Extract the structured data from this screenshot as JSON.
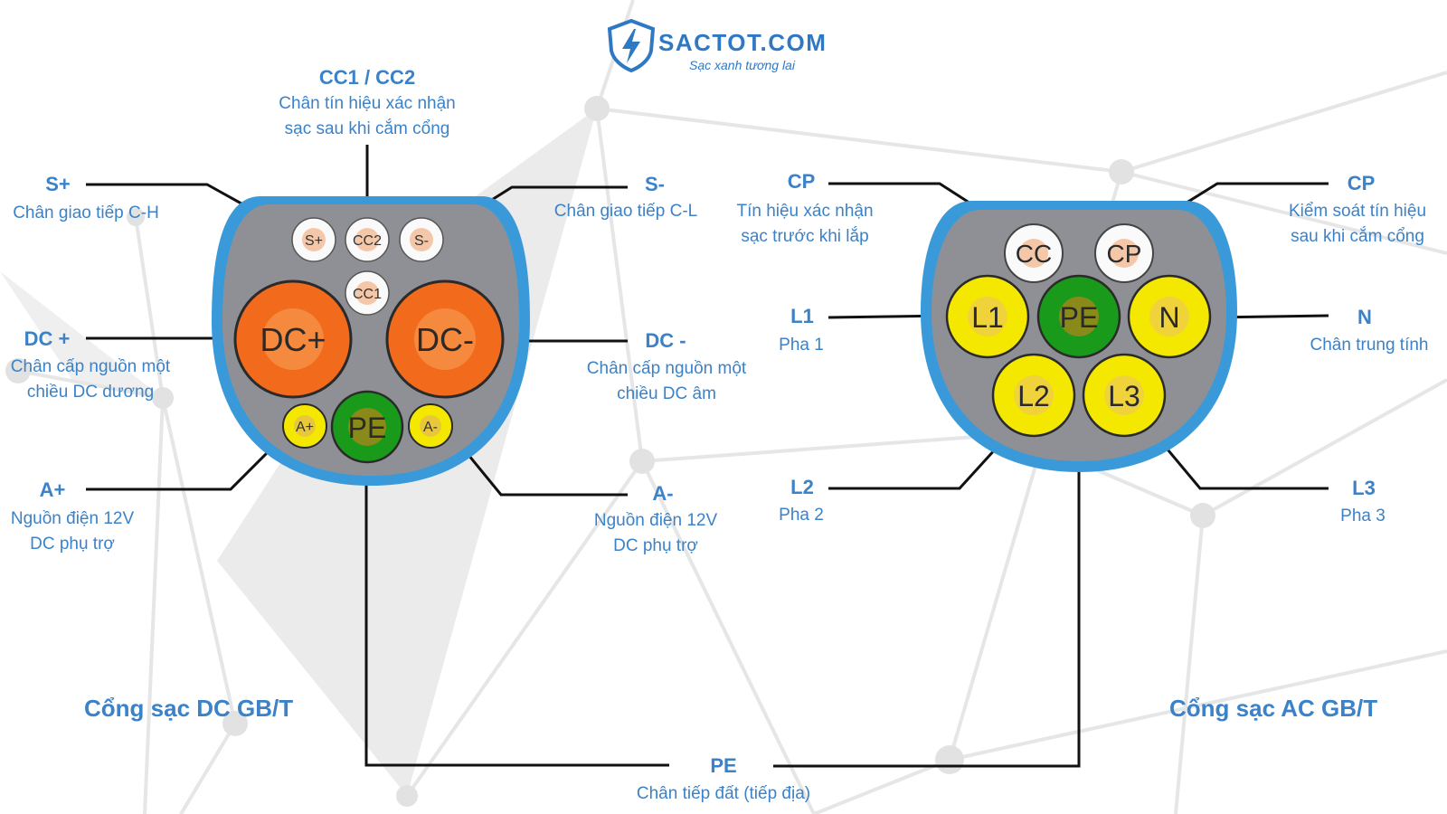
{
  "brand": {
    "name": "SACTOT.COM",
    "tagline": "Sạc xanh tương lai",
    "logo_icon": "shield-lightning-icon",
    "color": "#2f78c4"
  },
  "colors": {
    "label_blue": "#3b82c8",
    "housing_blue": "#3a9ad9",
    "face_gray": "#8f9095",
    "dc_orange": "#f26a1b",
    "ac_yellow": "#f5e800",
    "pe_green": "#1a9a1a",
    "signal_white": "#fafafa"
  },
  "dc_port": {
    "title": "Cổng sạc DC GB/T",
    "pins": {
      "s_plus": "S+",
      "cc2": "CC2",
      "s_minus": "S-",
      "cc1": "CC1",
      "dc_plus": "DC+",
      "dc_minus": "DC-",
      "a_plus": "A+",
      "pe": "PE",
      "a_minus": "A-"
    },
    "labels": {
      "cc": {
        "title": "CC1 / CC2",
        "desc1": "Chân tín hiệu xác nhận",
        "desc2": "sạc sau khi cắm cổng"
      },
      "s_plus": {
        "title": "S+",
        "desc1": "Chân giao tiếp C-H"
      },
      "s_minus": {
        "title": "S-",
        "desc1": "Chân giao tiếp C-L"
      },
      "dc_plus": {
        "title": "DC +",
        "desc1": "Chân cấp nguồn một",
        "desc2": "chiều DC dương"
      },
      "dc_minus": {
        "title": "DC -",
        "desc1": "Chân cấp nguồn một",
        "desc2": "chiều DC âm"
      },
      "a_plus": {
        "title": "A+",
        "desc1": "Nguồn điện 12V",
        "desc2": "DC phụ trợ"
      },
      "a_minus": {
        "title": "A-",
        "desc1": "Nguồn điện 12V",
        "desc2": "DC phụ trợ"
      }
    }
  },
  "ac_port": {
    "title": "Cổng sạc AC GB/T",
    "pins": {
      "cc": "CC",
      "cp": "CP",
      "l1": "L1",
      "pe": "PE",
      "n": "N",
      "l2": "L2",
      "l3": "L3"
    },
    "labels": {
      "cc": {
        "title": "CP",
        "desc1": "Tín hiệu xác nhận",
        "desc2": "sạc trước khi lắp"
      },
      "cp": {
        "title": "CP",
        "desc1": "Kiểm soát tín hiệu",
        "desc2": "sau khi cắm cổng"
      },
      "l1": {
        "title": "L1",
        "desc1": "Pha 1"
      },
      "n": {
        "title": "N",
        "desc1": "Chân trung tính"
      },
      "l2": {
        "title": "L2",
        "desc1": "Pha 2"
      },
      "l3": {
        "title": "L3",
        "desc1": "Pha 3"
      }
    }
  },
  "pe_common": {
    "title": "PE",
    "desc1": "Chân tiếp đất (tiếp địa)"
  }
}
